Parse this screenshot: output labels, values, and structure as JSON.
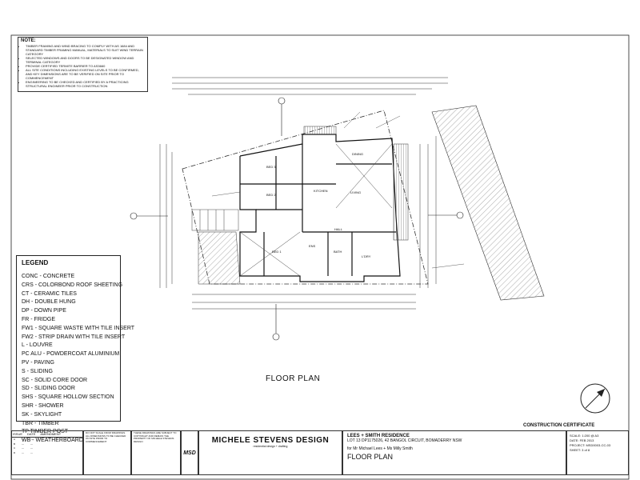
{
  "note": {
    "title": "NOTE:",
    "items": [
      "TIMBER FRAMING AND WIND BRACING TO COMPLY WITH AS 1684 AND STANDARD TIMBER FRAMING MANUAL, MATERIALS TO SUIT WIND TERRAIN CATEGORY",
      "SELECTED WINDOWS AND DOORS TO BE DESIGNATED WINDOW AND TERMINAL CATEGORY",
      "PROVIDE CERTIFIED TERMITE BARRIER TO AS3660",
      "ALL SITE CONDITIONS INCLUDING EXISTING LEVELS TO BE CONFIRMED, AND KEY DIMENSIONS ARE TO BE VERIFIED ON SITE PRIOR TO COMMENCEMENT",
      "ENGINEERING TO BE CHECKED AND CERTIFIED BY A PRACTICING STRUCTURAL ENGINEER PRIOR TO CONSTRUCTION"
    ]
  },
  "legend": {
    "title": "LEGEND",
    "items": [
      "CONC - CONCRETE",
      "CRS - COLORBOND ROOF SHEETING",
      "CT - CERAMIC TILES",
      "DH - DOUBLE HUNG",
      "DP - DOWN PIPE",
      "FR - FRIDGE",
      "FW1 - SQUARE WASTE WITH TILE INSERT",
      "FW2 - STRIP DRAIN WITH TILE INSERT",
      "L - LOUVRE",
      "PC ALU - POWDERCOAT ALUMINIUM",
      "PV - PAVING",
      "S - SLIDING",
      "SC - SOLID CORE DOOR",
      "SD - SLIDING DOOR",
      "SHS - SQUARE HOLLOW SECTION",
      "SHR - SHOWER",
      "SK - SKYLIGHT",
      "TBR - TIMBER",
      "TP TIMBER POST",
      "WB - WEATHERBOARD"
    ]
  },
  "plan": {
    "title": "FLOOR PLAN",
    "rooms": [
      "BED 3",
      "BED 2",
      "KITCHEN",
      "LIVING",
      "HALL",
      "BED 1",
      "ENS",
      "BATH",
      "L'DRY",
      "DINING"
    ]
  },
  "certificate": "CONSTRUCTION CERTIFICATE",
  "title_block": {
    "rev_header": [
      "ISSUE",
      "DATE",
      "AMENDMENT"
    ],
    "rev_rows": [
      [
        "A",
        "---",
        "---"
      ],
      [
        "B",
        "---",
        "---"
      ],
      [
        "C",
        "---",
        "---"
      ],
      [
        "D",
        "---",
        "---"
      ]
    ],
    "disclaimer_1": "DO NOT SCALE FROM DRAWINGS. ALL DIMENSIONS TO BE CHECKED ON SITE PRIOR TO COMMENCEMENT",
    "disclaimer_2": "THESE DRAWINGS ARE SUBJECT TO COPYRIGHT AND REMAIN THE PROPERTY OF MICHELE STEVENS DESIGN",
    "logo": "MSD",
    "company": "MICHELE STEVENS DESIGN",
    "company_tag": "residential design + drafting",
    "project_title": "LEES + SMITH  RESIDENCE",
    "project_address": "LOT 13 DP1175026, 42 BANGOL CIRCUIT, BOMADERRY NSW",
    "project_client": "for Mr Michael Lees + Ms Milly Smith",
    "sheet_name": "FLOOR PLAN",
    "scale": "SCALE: 1:200 @ A3",
    "date": "DATE: FEB 2013",
    "project_no": "PROJECT: MSD0003-CC-03",
    "sheet_no": "SHEET: 3 of 8"
  }
}
